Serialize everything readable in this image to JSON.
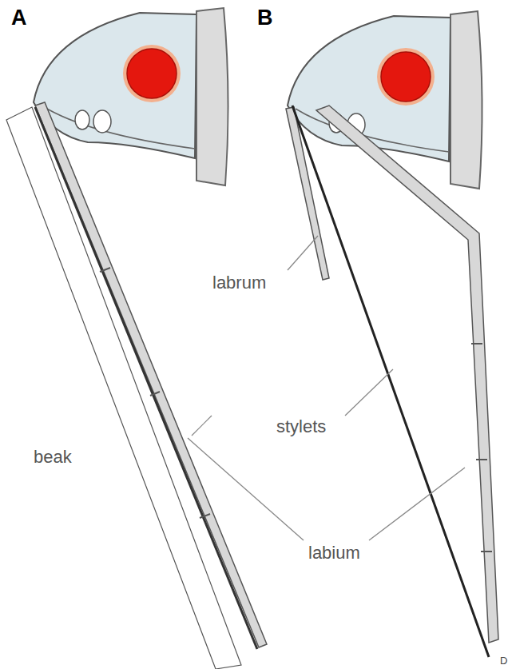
{
  "diagram": {
    "labels": [
      "A",
      "B",
      "labrum",
      "beak",
      "stylets",
      "labium",
      "D"
    ]
  }
}
